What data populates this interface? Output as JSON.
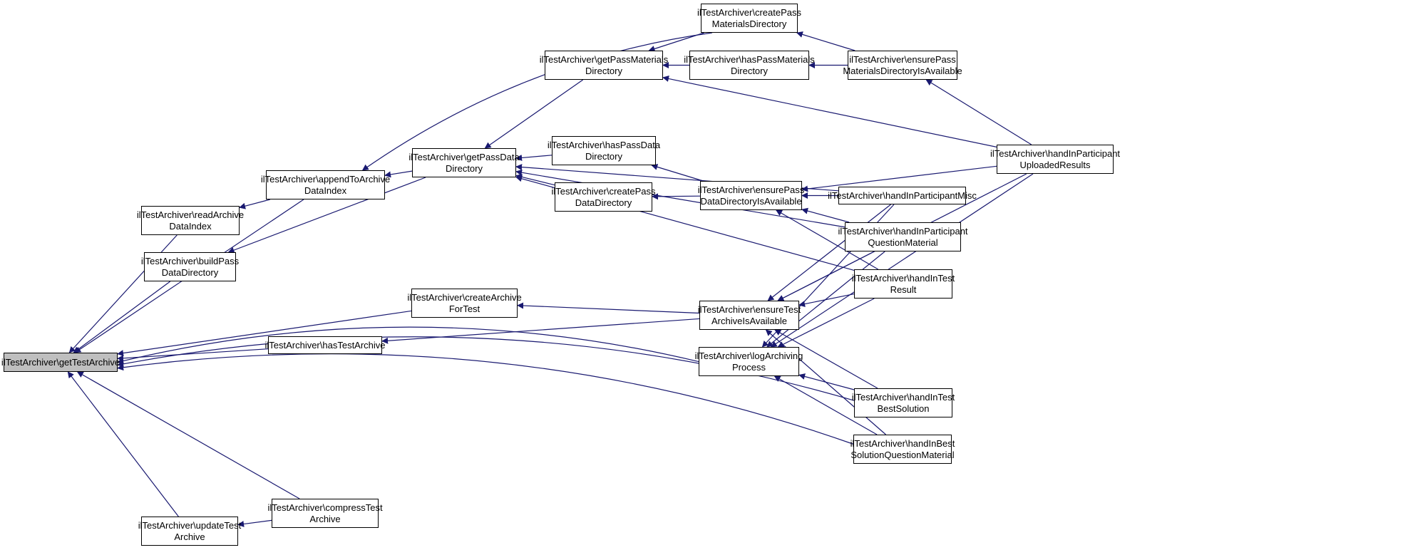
{
  "diagram": {
    "title": "Caller graph of ilTestArchiver::getTestArchive",
    "edge_color": "#191970",
    "root_fill": "#bfbfbf",
    "nodes": [
      {
        "id": "getTestArchive",
        "lines": [
          "ilTestArchiver\\getTestArchive"
        ],
        "root": true
      },
      {
        "id": "appendToArchiveDataIndex",
        "lines": [
          "ilTestArchiver\\appendToArchive",
          "DataIndex"
        ]
      },
      {
        "id": "readArchiveDataIndex",
        "lines": [
          "ilTestArchiver\\readArchive",
          "DataIndex"
        ]
      },
      {
        "id": "buildPassDataDirectory",
        "lines": [
          "ilTestArchiver\\buildPass",
          "DataDirectory"
        ]
      },
      {
        "id": "getPassDataDirectory",
        "lines": [
          "ilTestArchiver\\getPassData",
          "Directory"
        ]
      },
      {
        "id": "getPassMaterialsDirectory",
        "lines": [
          "ilTestArchiver\\getPassMaterials",
          "Directory"
        ]
      },
      {
        "id": "createPassMaterialsDirectory",
        "lines": [
          "ilTestArchiver\\createPass",
          "MaterialsDirectory"
        ]
      },
      {
        "id": "hasPassMaterialsDirectory",
        "lines": [
          "ilTestArchiver\\hasPassMaterials",
          "Directory"
        ]
      },
      {
        "id": "ensurePassMaterialsDirectoryIsAvailable",
        "lines": [
          "ilTestArchiver\\ensurePass",
          "MaterialsDirectoryIsAvailable"
        ]
      },
      {
        "id": "hasPassDataDirectory",
        "lines": [
          "ilTestArchiver\\hasPassData",
          "Directory"
        ]
      },
      {
        "id": "createPassDataDirectory",
        "lines": [
          "ilTestArchiver\\createPass",
          "DataDirectory"
        ]
      },
      {
        "id": "ensurePassDataDirectoryIsAvailable",
        "lines": [
          "ilTestArchiver\\ensurePass",
          "DataDirectoryIsAvailable"
        ]
      },
      {
        "id": "handInParticipantUploadedResults",
        "lines": [
          "ilTestArchiver\\handInParticipant",
          "UploadedResults"
        ]
      },
      {
        "id": "handInParticipantMisc",
        "lines": [
          "ilTestArchiver\\handInParticipantMisc"
        ]
      },
      {
        "id": "handInParticipantQuestionMaterial",
        "lines": [
          "ilTestArchiver\\handInParticipant",
          "QuestionMaterial"
        ]
      },
      {
        "id": "handInTestResult",
        "lines": [
          "ilTestArchiver\\handInTest",
          "Result"
        ]
      },
      {
        "id": "createArchiveForTest",
        "lines": [
          "ilTestArchiver\\createArchive",
          "ForTest"
        ]
      },
      {
        "id": "ensureTestArchiveIsAvailable",
        "lines": [
          "ilTestArchiver\\ensureTest",
          "ArchiveIsAvailable"
        ]
      },
      {
        "id": "hasTestArchive",
        "lines": [
          "ilTestArchiver\\hasTestArchive"
        ]
      },
      {
        "id": "logArchivingProcess",
        "lines": [
          "ilTestArchiver\\logArchiving",
          "Process"
        ]
      },
      {
        "id": "handInTestBestSolution",
        "lines": [
          "ilTestArchiver\\handInTest",
          "BestSolution"
        ]
      },
      {
        "id": "handInBestSolutionQuestionMaterial",
        "lines": [
          "ilTestArchiver\\handInBest",
          "SolutionQuestionMaterial"
        ]
      },
      {
        "id": "compressTestArchive",
        "lines": [
          "ilTestArchiver\\compressTest",
          "Archive"
        ]
      },
      {
        "id": "updateTestArchive",
        "lines": [
          "ilTestArchiver\\updateTest",
          "Archive"
        ]
      }
    ],
    "edges": [
      {
        "from": "appendToArchiveDataIndex",
        "to": "getTestArchive"
      },
      {
        "from": "readArchiveDataIndex",
        "to": "getTestArchive"
      },
      {
        "from": "buildPassDataDirectory",
        "to": "getTestArchive"
      },
      {
        "from": "createArchiveForTest",
        "to": "getTestArchive"
      },
      {
        "from": "hasTestArchive",
        "to": "getTestArchive"
      },
      {
        "from": "logArchivingProcess",
        "to": "getTestArchive"
      },
      {
        "from": "handInTestBestSolution",
        "to": "getTestArchive"
      },
      {
        "from": "handInBestSolutionQuestionMaterial",
        "to": "getTestArchive"
      },
      {
        "from": "compressTestArchive",
        "to": "getTestArchive"
      },
      {
        "from": "updateTestArchive",
        "to": "getTestArchive"
      },
      {
        "from": "appendToArchiveDataIndex",
        "to": "readArchiveDataIndex"
      },
      {
        "from": "getPassDataDirectory",
        "to": "appendToArchiveDataIndex"
      },
      {
        "from": "createPassMaterialsDirectory",
        "to": "appendToArchiveDataIndex"
      },
      {
        "from": "getPassDataDirectory",
        "to": "buildPassDataDirectory"
      },
      {
        "from": "getPassMaterialsDirectory",
        "to": "getPassDataDirectory"
      },
      {
        "from": "hasPassDataDirectory",
        "to": "getPassDataDirectory"
      },
      {
        "from": "createPassDataDirectory",
        "to": "getPassDataDirectory"
      },
      {
        "from": "handInParticipantMisc",
        "to": "getPassDataDirectory"
      },
      {
        "from": "handInParticipantQuestionMaterial",
        "to": "getPassDataDirectory"
      },
      {
        "from": "handInTestResult",
        "to": "getPassDataDirectory"
      },
      {
        "from": "createPassMaterialsDirectory",
        "to": "getPassMaterialsDirectory"
      },
      {
        "from": "hasPassMaterialsDirectory",
        "to": "getPassMaterialsDirectory"
      },
      {
        "from": "handInParticipantUploadedResults",
        "to": "getPassMaterialsDirectory"
      },
      {
        "from": "ensurePassMaterialsDirectoryIsAvailable",
        "to": "createPassMaterialsDirectory"
      },
      {
        "from": "ensurePassMaterialsDirectoryIsAvailable",
        "to": "hasPassMaterialsDirectory"
      },
      {
        "from": "handInParticipantUploadedResults",
        "to": "ensurePassMaterialsDirectoryIsAvailable"
      },
      {
        "from": "ensurePassDataDirectoryIsAvailable",
        "to": "hasPassDataDirectory"
      },
      {
        "from": "ensurePassDataDirectoryIsAvailable",
        "to": "createPassDataDirectory"
      },
      {
        "from": "handInParticipantUploadedResults",
        "to": "ensurePassDataDirectoryIsAvailable"
      },
      {
        "from": "handInParticipantMisc",
        "to": "ensurePassDataDirectoryIsAvailable"
      },
      {
        "from": "handInParticipantQuestionMaterial",
        "to": "ensurePassDataDirectoryIsAvailable"
      },
      {
        "from": "handInTestResult",
        "to": "ensurePassDataDirectoryIsAvailable"
      },
      {
        "from": "ensureTestArchiveIsAvailable",
        "to": "createArchiveForTest"
      },
      {
        "from": "ensureTestArchiveIsAvailable",
        "to": "hasTestArchive"
      },
      {
        "from": "handInParticipantMisc",
        "to": "ensureTestArchiveIsAvailable"
      },
      {
        "from": "handInParticipantQuestionMaterial",
        "to": "ensureTestArchiveIsAvailable"
      },
      {
        "from": "handInTestResult",
        "to": "ensureTestArchiveIsAvailable"
      },
      {
        "from": "handInParticipantUploadedResults",
        "to": "ensureTestArchiveIsAvailable"
      },
      {
        "from": "handInTestBestSolution",
        "to": "ensureTestArchiveIsAvailable"
      },
      {
        "from": "handInBestSolutionQuestionMaterial",
        "to": "ensureTestArchiveIsAvailable"
      },
      {
        "from": "handInParticipantMisc",
        "to": "logArchivingProcess"
      },
      {
        "from": "handInParticipantQuestionMaterial",
        "to": "logArchivingProcess"
      },
      {
        "from": "handInTestResult",
        "to": "logArchivingProcess"
      },
      {
        "from": "handInParticipantUploadedResults",
        "to": "logArchivingProcess"
      },
      {
        "from": "handInTestBestSolution",
        "to": "logArchivingProcess"
      },
      {
        "from": "handInBestSolutionQuestionMaterial",
        "to": "logArchivingProcess"
      },
      {
        "from": "compressTestArchive",
        "to": "updateTestArchive"
      }
    ]
  }
}
